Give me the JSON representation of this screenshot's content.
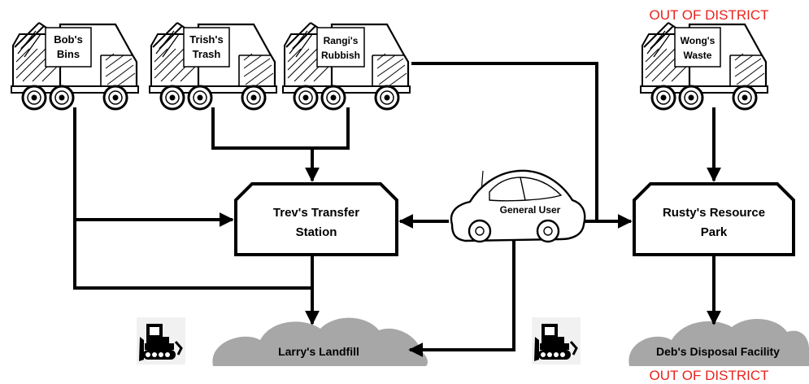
{
  "trucks": [
    {
      "id": "bobs",
      "line1": "Bob's",
      "line2": "Bins"
    },
    {
      "id": "trishs",
      "line1": "Trish's",
      "line2": "Trash"
    },
    {
      "id": "rangis",
      "line1": "Rangi's",
      "line2": "Rubbish"
    },
    {
      "id": "wongs",
      "line1": "Wong's",
      "line2": "Waste"
    }
  ],
  "out_of_district_top": "OUT OF DISTRICT",
  "out_of_district_bottom": "OUT OF DISTRICT",
  "transfer_station": {
    "line1": "Trev's Transfer",
    "line2": "Station"
  },
  "resource_park": {
    "line1": "Rusty's Resource",
    "line2": "Park"
  },
  "general_user": "General User",
  "landfill": "Larry's Landfill",
  "disposal_facility": "Deb's Disposal Facility",
  "colors": {
    "out_of_district": "#e8231c",
    "cloud": "#a7a7a7",
    "ink": "#000000"
  }
}
